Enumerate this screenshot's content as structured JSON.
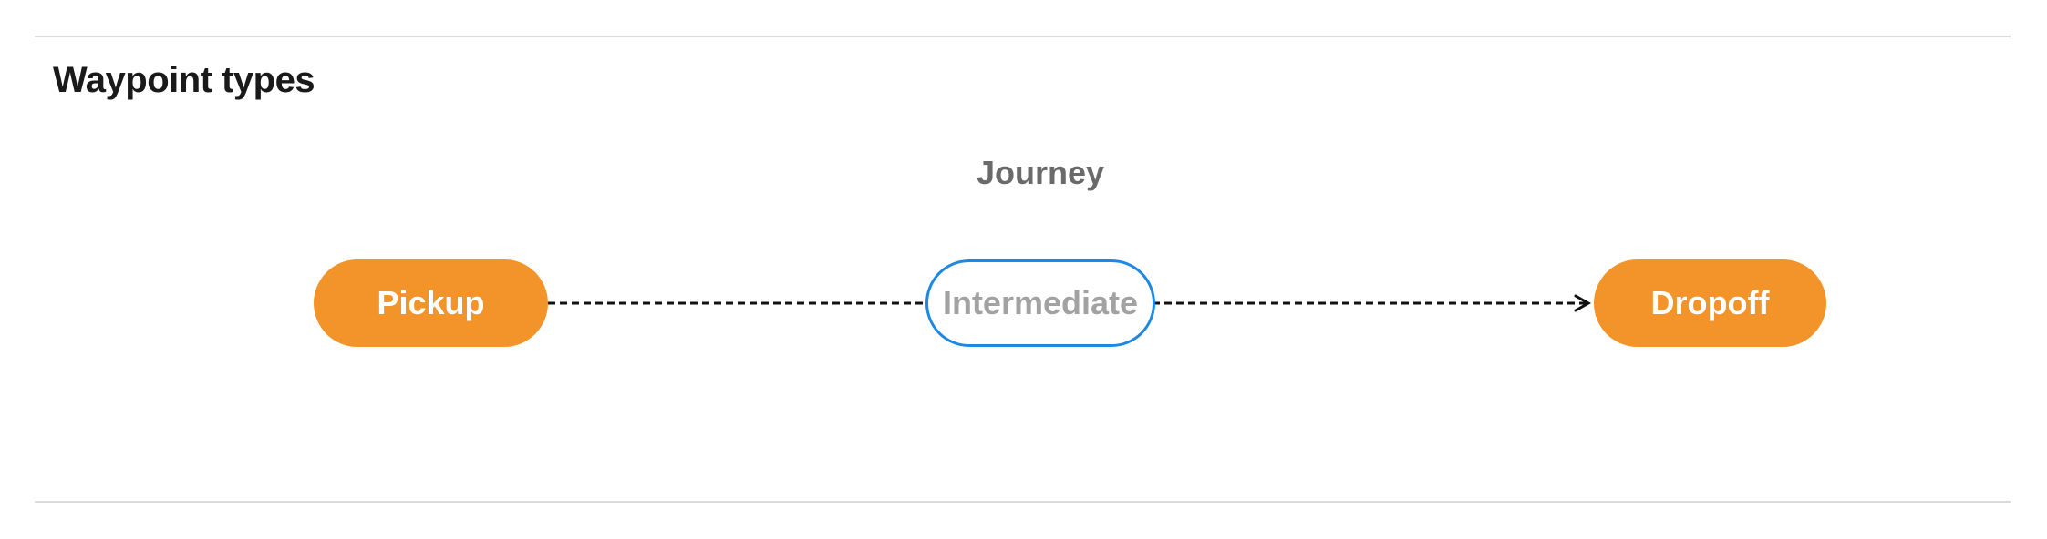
{
  "section": {
    "title": "Waypoint types"
  },
  "diagram": {
    "title": "Journey",
    "nodes": [
      {
        "id": "pickup",
        "label": "Pickup",
        "style": "filled-orange"
      },
      {
        "id": "intermediate",
        "label": "Intermediate",
        "style": "outlined-blue"
      },
      {
        "id": "dropoff",
        "label": "Dropoff",
        "style": "filled-orange"
      }
    ],
    "edges": [
      {
        "from": "pickup",
        "to": "dropoff",
        "passes_through": "intermediate",
        "style": "dashed",
        "arrow_at": "dropoff"
      }
    ]
  },
  "colors": {
    "node_fill": "#F29429",
    "node_text": "#FFFFFF",
    "outline_border": "#1E88E5",
    "outline_text": "#A2A2A2",
    "connector": "#111111",
    "divider": "#DADADA",
    "title_text": "#6A6A6A",
    "heading_text": "#1A1A1A"
  }
}
